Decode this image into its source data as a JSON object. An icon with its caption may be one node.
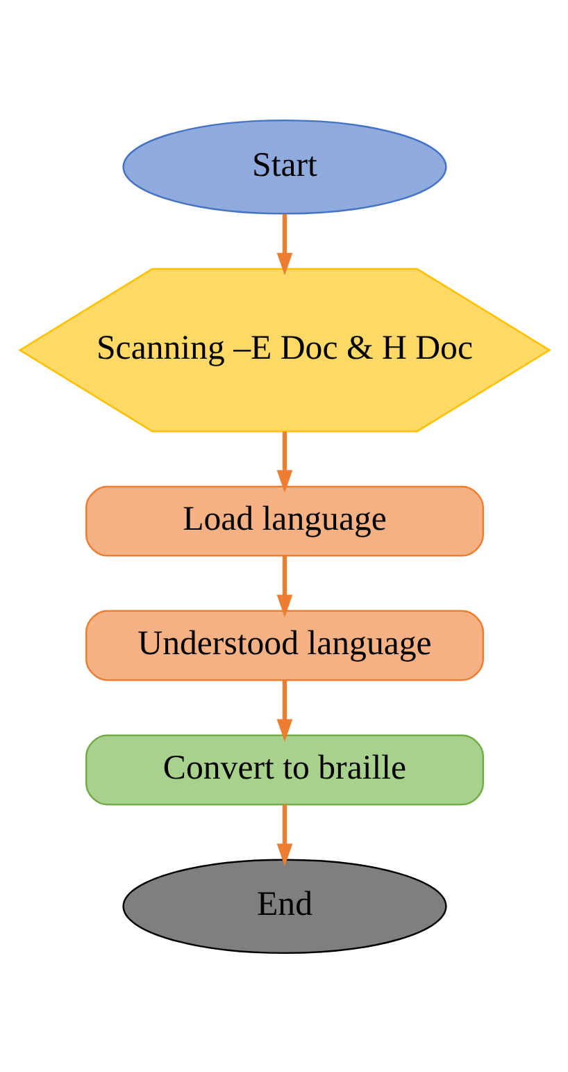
{
  "diagram": {
    "nodes": [
      {
        "text": [
          "Start"
        ]
      },
      {
        "text": [
          "Scanning –E Doc & H Doc"
        ]
      },
      {
        "text": [
          "Load language"
        ]
      },
      {
        "text": [
          "Understood language"
        ]
      },
      {
        "text": [
          "Convert to braille"
        ]
      },
      {
        "text": [
          "End"
        ]
      }
    ],
    "edges": [
      {
        "from": 0,
        "to": 1,
        "arrow": "to"
      },
      {
        "from": 1,
        "to": 2,
        "arrow": "to"
      },
      {
        "from": 2,
        "to": 3,
        "arrow": "to"
      },
      {
        "from": 3,
        "to": 4,
        "arrow": "to"
      },
      {
        "from": 4,
        "to": 5,
        "arrow": "to"
      }
    ]
  }
}
